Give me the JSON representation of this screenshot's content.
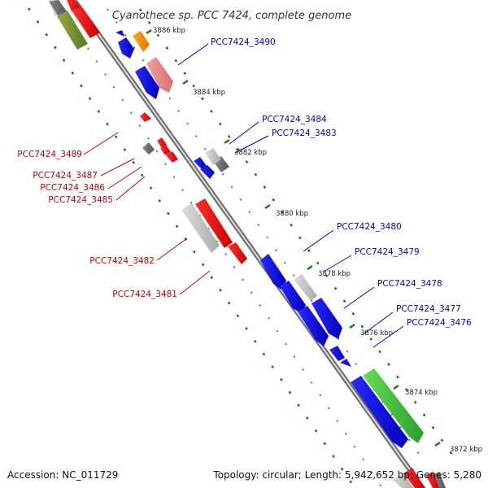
{
  "title": "Cyanothece sp. PCC 7424, complete genome",
  "footer": {
    "accession": "Accession: NC_011729",
    "topology": "Topology: circular; Length: 5,942,652 bp; Genes: 5,280"
  },
  "colors": {
    "forward_label": "#0000cc",
    "reverse_label": "#cc0000",
    "backbone": "#888888",
    "tick": "#1a7a1a"
  },
  "scale_labels": [
    "3886 kbp",
    "3884 kbp",
    "3882 kbp",
    "3880 kbp",
    "3878 kbp",
    "3876 kbp",
    "3874 kbp",
    "3872 kbp"
  ],
  "forward_genes": [
    "PCC7424_3490",
    "PCC7424_3484",
    "PCC7424_3483",
    "PCC7424_3480",
    "PCC7424_3479",
    "PCC7424_3478",
    "PCC7424_3477",
    "PCC7424_3476"
  ],
  "reverse_genes": [
    "PCC7424_3489",
    "PCC7424_3487",
    "PCC7424_3486",
    "PCC7424_3485",
    "PCC7424_3482",
    "PCC7424_3481"
  ]
}
